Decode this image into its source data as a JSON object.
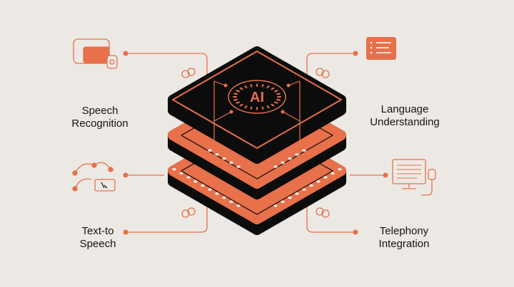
{
  "center": {
    "label": "AI"
  },
  "features": [
    {
      "id": "speech-recognition",
      "line1": "Speech",
      "line2": "Recognition"
    },
    {
      "id": "language-understanding",
      "line1": "Language",
      "line2": "Understanding"
    },
    {
      "id": "text-to-speech",
      "line1": "Text-to",
      "line2": "Speech"
    },
    {
      "id": "telephony-integration",
      "line1": "Telephony",
      "line2": "Integration"
    }
  ],
  "colors": {
    "accent": "#e8704a",
    "dark": "#0c0c0c",
    "background": "#ece9e4"
  }
}
